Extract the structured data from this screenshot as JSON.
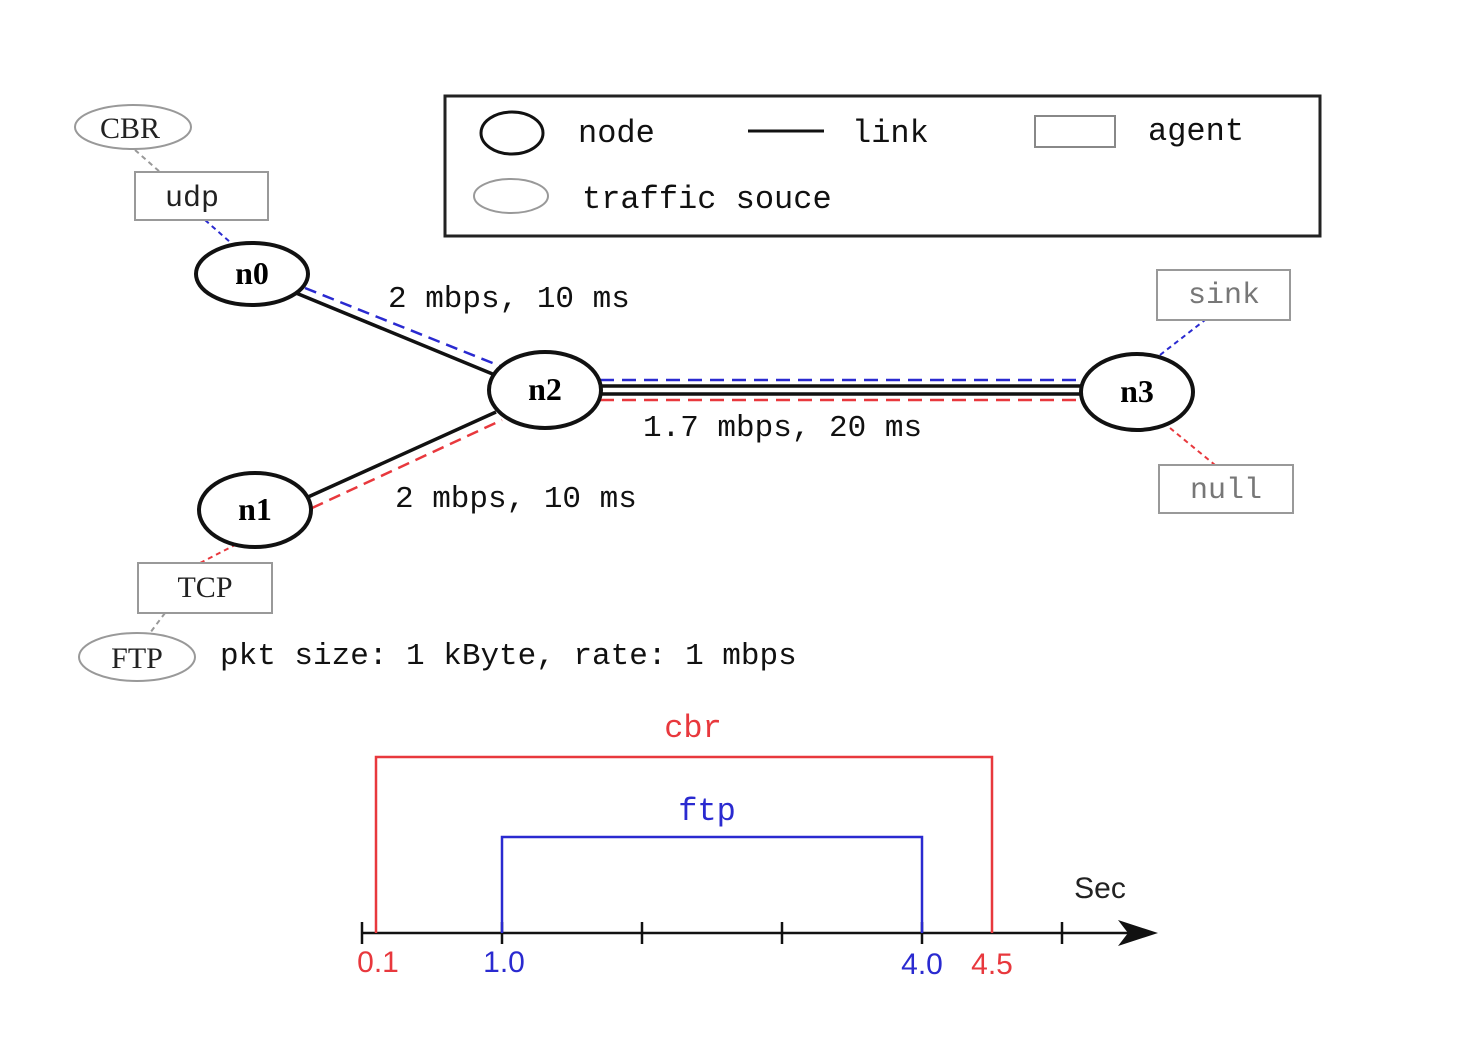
{
  "legend": {
    "node": "node",
    "link": "link",
    "agent": "agent",
    "traffic_source": "traffic souce"
  },
  "nodes": {
    "n0": "n0",
    "n1": "n1",
    "n2": "n2",
    "n3": "n3"
  },
  "sources": {
    "cbr": "CBR",
    "ftp": "FTP"
  },
  "agents": {
    "udp": "udp",
    "tcp": "TCP",
    "sink": "sink",
    "null": "null"
  },
  "links": {
    "n0_n2": "2 mbps, 10 ms",
    "n1_n2": "2 mbps, 10 ms",
    "n2_n3": "1.7 mbps, 20 ms"
  },
  "ftp_params": "pkt size: 1 kByte, rate: 1 mbps",
  "timeline": {
    "axis_label": "Sec",
    "axis_max": 5.5,
    "ticks": [
      1,
      2,
      3,
      4,
      5
    ],
    "flows": [
      {
        "name": "cbr",
        "start": 0.1,
        "end": 4.5,
        "start_label": "0.1",
        "end_label": "4.5",
        "color": "#e8383d"
      },
      {
        "name": "ftp",
        "start": 1.0,
        "end": 4.0,
        "start_label": "1.0",
        "end_label": "4.0",
        "color": "#2a2ad0"
      }
    ]
  },
  "colors": {
    "udp_flow": "#2a2ad0",
    "tcp_flow": "#e8383d",
    "grey": "#888888"
  }
}
